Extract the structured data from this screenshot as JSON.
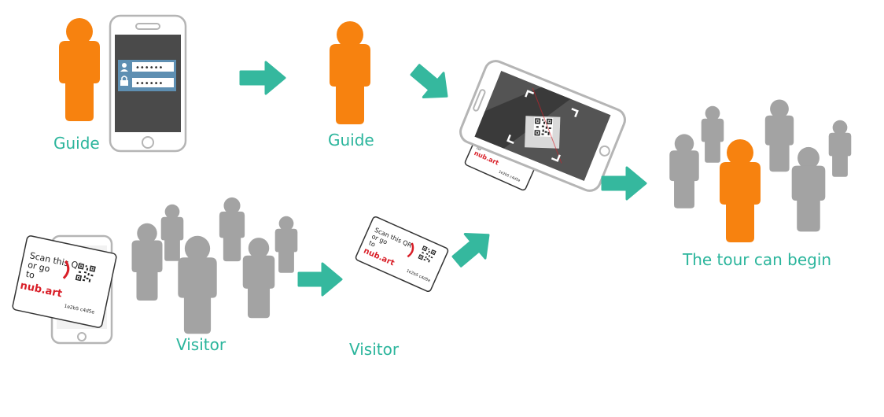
{
  "labels": {
    "guide_login": "Guide",
    "guide_ready": "Guide",
    "visitor_group": "Visitor",
    "visitor_card": "Visitor",
    "tour_begin": "The tour can begin"
  },
  "login": {
    "user_field": "••••••",
    "password_field": "••••••"
  },
  "card": {
    "line1": "Scan this QR",
    "line2": "or go",
    "line3": "to",
    "brand": "nub.art",
    "code": "1e2b5 c4d5e"
  },
  "colors": {
    "guide": "#f7820f",
    "visitor": "#a3a3a3",
    "arrow": "#35b89e",
    "label": "#2bb59c",
    "brand": "#d91f28",
    "phone_frame": "#b5b5b5",
    "screen": "#4a4a4a",
    "field_bg": "#5e8fb2"
  }
}
